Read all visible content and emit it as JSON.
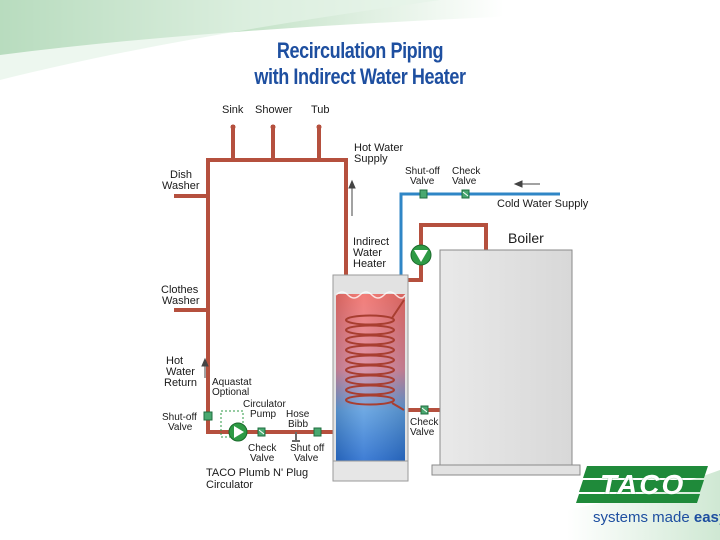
{
  "title": {
    "line1": "Recirculation Piping",
    "line2": "with Indirect Water Heater"
  },
  "fixtures": {
    "sink": "Sink",
    "shower": "Shower",
    "tub": "Tub",
    "dish_washer_1": "Dish",
    "dish_washer_2": "Washer",
    "clothes_washer_1": "Clothes",
    "clothes_washer_2": "Washer"
  },
  "labels": {
    "hot_water_supply_1": "Hot Water",
    "hot_water_supply_2": "Supply",
    "shutoff_top_1": "Shut-off",
    "shutoff_top_2": "Valve",
    "check_top_1": "Check",
    "check_top_2": "Valve",
    "cold_water_supply": "Cold Water Supply",
    "boiler": "Boiler",
    "indirect_1": "Indirect",
    "indirect_2": "Water",
    "indirect_3": "Heater",
    "hot_water_return_1": "Hot",
    "hot_water_return_2": "Water",
    "hot_water_return_3": "Return",
    "aquastat_1": "Aquastat",
    "aquastat_2": "Optional",
    "circulator_pump_1": "Circulator",
    "circulator_pump_2": "Pump",
    "hose_bibb_1": "Hose",
    "hose_bibb_2": "Bibb",
    "shutoff_left_1": "Shut-off",
    "shutoff_left_2": "Valve",
    "check_bottom_1": "Check",
    "check_bottom_2": "Valve",
    "shutoff_bottom_1": "Shut off",
    "shutoff_bottom_2": "Valve",
    "check_right_1": "Check",
    "check_right_2": "Valve",
    "plumb_plug_1": "TACO Plumb N' Plug",
    "plumb_plug_2": "Circulator"
  },
  "brand": {
    "logo_text": "TACO",
    "tagline_prefix": "systems made ",
    "tagline_emphasis": "easy"
  },
  "colors": {
    "title": "#1e4fa0",
    "hot_pipe": "#b5503e",
    "cold_pipe": "#2f86c6",
    "pump": "#2e9a45",
    "brand_green": "#1f8a3a"
  }
}
